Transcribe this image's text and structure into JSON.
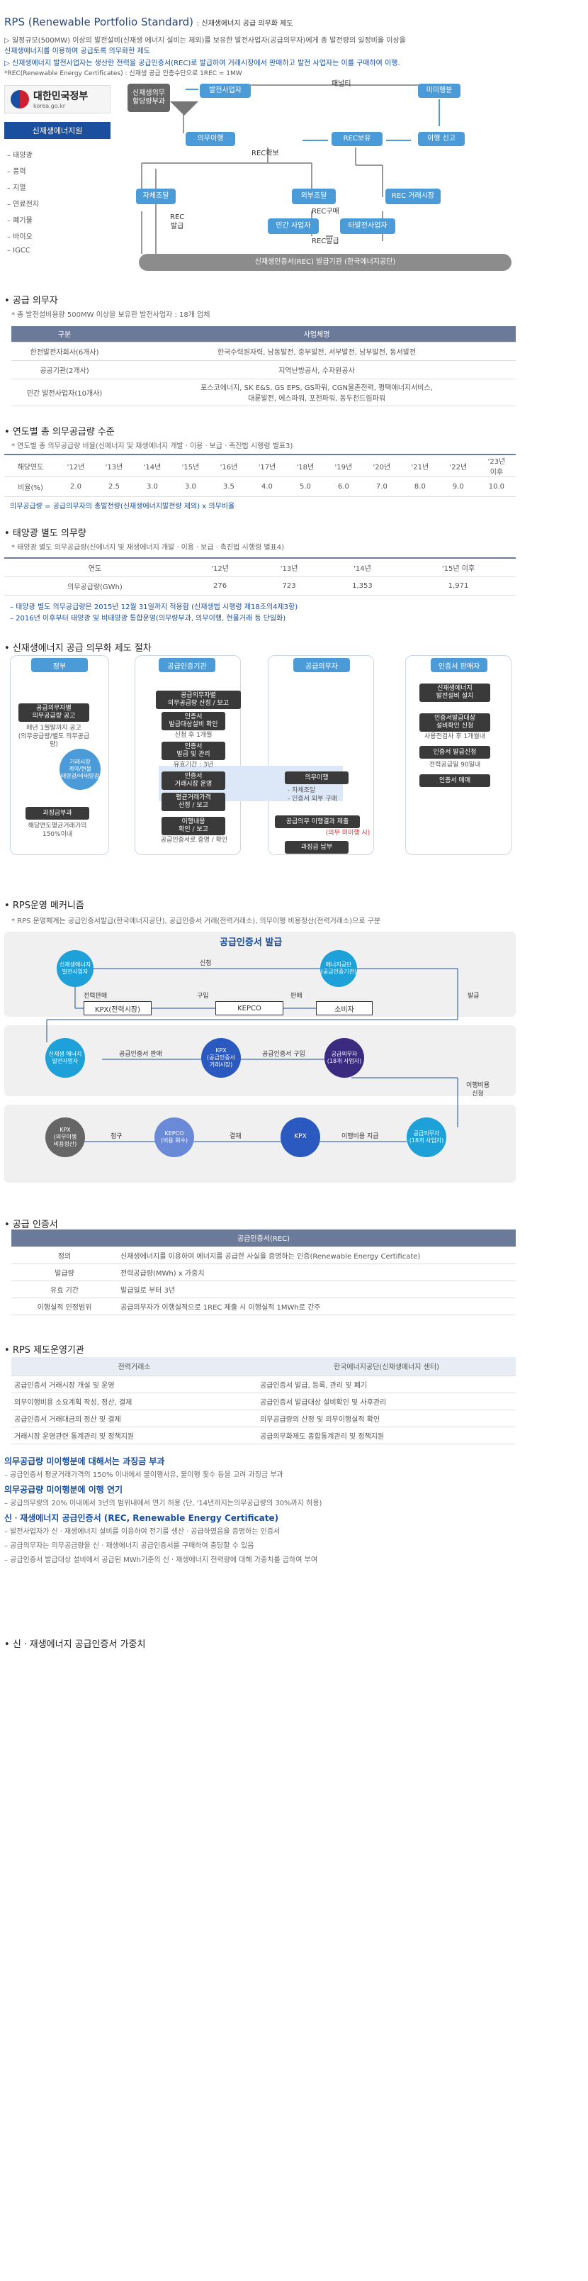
{
  "header": {
    "title": "RPS (Renewable  Portfolio Standard)",
    "title_sub": ": 신재생에너지 공급 의무화 제도"
  },
  "intro": [
    "▷ 일정규모(500MW) 이상의 발전설비(신재생 에너지 설비는 제외)를 보유한 발전사업자(공급의무자)에게 총 발전량의 일정비율 이상을",
    "    신재생에너지를 이용하여 공급토록 의무화한 제도",
    "▷ 신재생에너지 발전사업자는 생산한 전력을 공급인증서(REC)로 발급하여 거래시장에서 판매하고 발전 사업자는 이를 구매하여 이행.",
    "    *REC(Renewable Energy Certificates) : 신재생 공급 인증수단으로 1REC = 1MW"
  ],
  "sidebar": {
    "logo_main": "대한민국정부",
    "logo_sub": "korea.go.kr",
    "menu_title": "신재생에너지원",
    "items": [
      "– 태양광",
      "– 풍력",
      "– 지열",
      "– 연료전지",
      "– 폐기물",
      "– 바이오",
      "– IGCC"
    ]
  },
  "diagram1": {
    "mandate": "신재생의무\n할당량부과",
    "gen_biz": "발전사업자",
    "penalty": "패널티",
    "levy": "미이행분",
    "obligation": "의무이행",
    "rec_keep": "REC보유",
    "perform": "이행 신고",
    "rec_secure": "REC확보",
    "self": "자체조달",
    "external": "외부조달",
    "rec_market": "REC 거래시장",
    "rec_buy": "REC구매",
    "private": "민간 사업자",
    "other": "타발전사업자",
    "rec_issue": "REC\n발급",
    "rec_issue2": "REC발급",
    "issuer": "신재생인증서(REC) 발급기관 (한국에너지공단)"
  },
  "s1": {
    "title": "공급 의무자",
    "note": "* 총 발전설비용량 500MW 이상을 보유한 발전사업자 : 18개 업체",
    "headers": [
      "구분",
      "사업체명"
    ],
    "rows": [
      [
        "한전발전자회사(6개사)",
        "한국수력원자력, 남동발전, 중부발전, 서부발전, 남부발전, 동서발전"
      ],
      [
        "공공기관(2개사)",
        "지역난방공사, 수자원공사"
      ],
      [
        "민간 발전사업자(10개사)",
        "포스코에너지, SK E&S, GS EPS, GS파워, CGN율촌전력, 평택에너지서비스,\n대륜발전, 에스파워, 포천파워, 동두천드림파워"
      ]
    ]
  },
  "s2": {
    "title": "연도별 총 의무공급량 수준",
    "note": "* 연도별 총 의무공급량 비율(신에너지 및 재생에너지 개발ㆍ이용ㆍ보급ㆍ촉진법 시행령 별표3)",
    "years": [
      "해당연도",
      "'12년",
      "'13년",
      "'14년",
      "'15년",
      "'16년",
      "'17년",
      "'18년",
      "'19년",
      "'20년",
      "'21년",
      "'22년",
      "'23년\n이후"
    ],
    "ratio": [
      "비율(%)",
      "2.0",
      "2.5",
      "3.0",
      "3.0",
      "3.5",
      "4.0",
      "5.0",
      "6.0",
      "7.0",
      "8.0",
      "9.0",
      "10.0"
    ],
    "formula": "의무공급량 = 공급의무자의 총발전량(신재생에너지발전량 제외) x 의무비율"
  },
  "s3": {
    "title": "태양광 별도 의무량",
    "note": "* 태양광 별도 의무공급량(신에너지 및 재생에너지 개발ㆍ이용ㆍ보급ㆍ촉진법 시행령 별표4)",
    "headers": [
      "연도",
      "'12년",
      "'13년",
      "'14년",
      "'15년 이후"
    ],
    "row": [
      "의무공급량(GWh)",
      "276",
      "723",
      "1,353",
      "1,971"
    ],
    "notes": [
      "– 태양광 별도 의무공급량은 2015년 12월 31일까지 적용함 (신재생법 시행령 제18조의4제3항)",
      "– 2016년 이후부터 태양광 및 비태양광 통합운영(의무량부과, 의무이행, 현물거래 등 단일화)"
    ]
  },
  "s4": {
    "title": "신재생에너지 공급 의무화 제도 절차",
    "lanes": [
      "정부",
      "공급인증기관",
      "공급의무자",
      "인증서 판매자"
    ],
    "gov_box": "공급의무자별\n의무공급량 공고",
    "gov_txt": "매년 1월말까지 공고\n(의무공급량/별도 의무공급량)",
    "market": "거래시장\n계약/현물\n태양광/비태양광",
    "penalty_box": "과징금부과",
    "penalty_txt": "해당연도평균거래가의\n150%이내",
    "c1": "공급의무자별\n의무공급량 산정 / 보고",
    "c2": "인증서\n발급대상설비 확인",
    "c2t": "신청 후 1개월",
    "c3": "인증서\n발급 및 관리",
    "c3t": "유효기간 : 3년",
    "c4": "인증서\n거래시장 운영",
    "c5": "평균거래가격\n산정 / 보고",
    "c6": "이행내용\n확인 / 보고",
    "c6t": "공급인증서로 증명 / 확인",
    "o1": "의무이행",
    "o1t": "- 자체조달\n- 인증서 외부 구매",
    "o2": "공급의무 이행결과 제출",
    "o2t": "(의무 미이행 시)",
    "o3": "과징금 납부",
    "s1b": "신재생에너지\n발전설비 설치",
    "s2b": "인증서발급대상\n설비확인 신청",
    "s2t": "사용전검사 후 1개월내",
    "s3b": "인증서 발급신청",
    "s3t": "전력공급일 90일내",
    "s4b": "인증서 매매"
  },
  "s5": {
    "title": "RPS운영 메커니즘",
    "note": "* RPS 운영체계는 공급인증서발급(한국에너지공단), 공급인증서 거래(전력거래소), 의무이행 비용정산(전력거래소)으로 구분",
    "p1_title": "공급인증서 발급",
    "p1_gen": "신재생에너지\n발전사업자",
    "p1_apply": "신청",
    "p1_agency": "에너지공단\n(공급인증기관)",
    "p1_sale": "전력판매",
    "p1_kpx": "KPX(전력시장)",
    "p1_buy": "구입",
    "p1_kepco": "KEPCO",
    "p1_sell": "판매",
    "p1_cons": "소비자",
    "issue": "발급",
    "p2_gen": "신재생 에너지\n발전사업자",
    "p2_sell": "공급인증서 판매",
    "p2_kpx": "KPX\n(공급인증서\n거래시장)",
    "p2_buy": "공급인증서 구입",
    "p2_obl": "공급의무자\n(18개 사업자)",
    "p2_side": "이행비용\n신청",
    "p3_kpx": "KPX\n(의무이행\n비용정산)",
    "p3_claim": "청구",
    "p3_kepco": "KEPCO\n(비용 회수)",
    "p3_pay": "결재",
    "p3_kpx2": "KPX",
    "p3_cost": "이행비용 지급",
    "p3_obl": "공급의무자\n(18개 사업자)"
  },
  "s6": {
    "title": "공급 인증서",
    "header": "공급인증서(REC)",
    "rows": [
      [
        "정의",
        "신재생에너지를 이용하여 에너지를 공급한 사실을 증명하는 인증(Renewable Energy Certificate)"
      ],
      [
        "발급량",
        "전력공급량(MWh) x 가중치"
      ],
      [
        "유효 기간",
        "발급일로 부터 3년"
      ],
      [
        "이행실적 인정범위",
        "공급의무자가 이행실적으로 1REC 제출 시 이행실적 1MWh로 간주"
      ]
    ]
  },
  "s7": {
    "title": "RPS 제도운영기관",
    "headers": [
      "전력거래소",
      "한국에너지공단(신재생에너지 센터)"
    ],
    "rows": [
      [
        "공급인증서 거래시장 개설 및 운영",
        "공급인증서 발급, 등록, 관리 및 폐기"
      ],
      [
        "의무이행비용 소요계획 작성, 정산, 결제",
        "공급인증서 발급대상 설비확인 및 사후관리"
      ],
      [
        "공급인증서 거래대금의 정산 및 결제",
        "의무공급량의 산정 및 의무이행실적 확인"
      ],
      [
        "거래시장 운영관련 통계관리 및 정책지원",
        "공급의무화제도 종합통계관리 및 정책지원"
      ]
    ]
  },
  "s8": {
    "lines": [
      {
        "t": "의무공급량 미이행분에 대해서는 과징금 부과",
        "c": "lnk",
        "b": true
      },
      {
        "t": "   – 공급인증서 평균거래가격의 150% 이내에서 불이행사유, 불이행 횟수 등을 고려 과징금 부과",
        "c": ""
      },
      {
        "t": "의무공급량 미이행분에 이행 연기",
        "c": "lnk",
        "b": true
      },
      {
        "t": "   – 공급의무량의 20% 이내에서 3년의 범위내에서 연기 허용 (단, '14년까지는의무공급량의 30%까지 허용)",
        "c": ""
      },
      {
        "t": "신ㆍ재생에너지 공급인증서 (REC, Renewable Energy Certificate)",
        "c": "lnk",
        "b": true
      },
      {
        "t": "   – 발전사업자가 신ㆍ재생에너지 설비를 이용하여 전기를 생산ㆍ공급하였음을 증명하는 인증서",
        "c": ""
      },
      {
        "t": "   – 공급의무자는 의무공급량을 신ㆍ재생에너지 공급인증서를 구매하여 충당할 수 있음",
        "c": ""
      },
      {
        "t": "   – 공급인증서 발급대상 설비에서 공급된 MWh기준의 신ㆍ재생에너지 전력량에 대해 가중치를 곱하여 부여",
        "c": ""
      }
    ]
  },
  "s9": {
    "title": "신ㆍ재생에너지 공급인증서 가중치"
  }
}
